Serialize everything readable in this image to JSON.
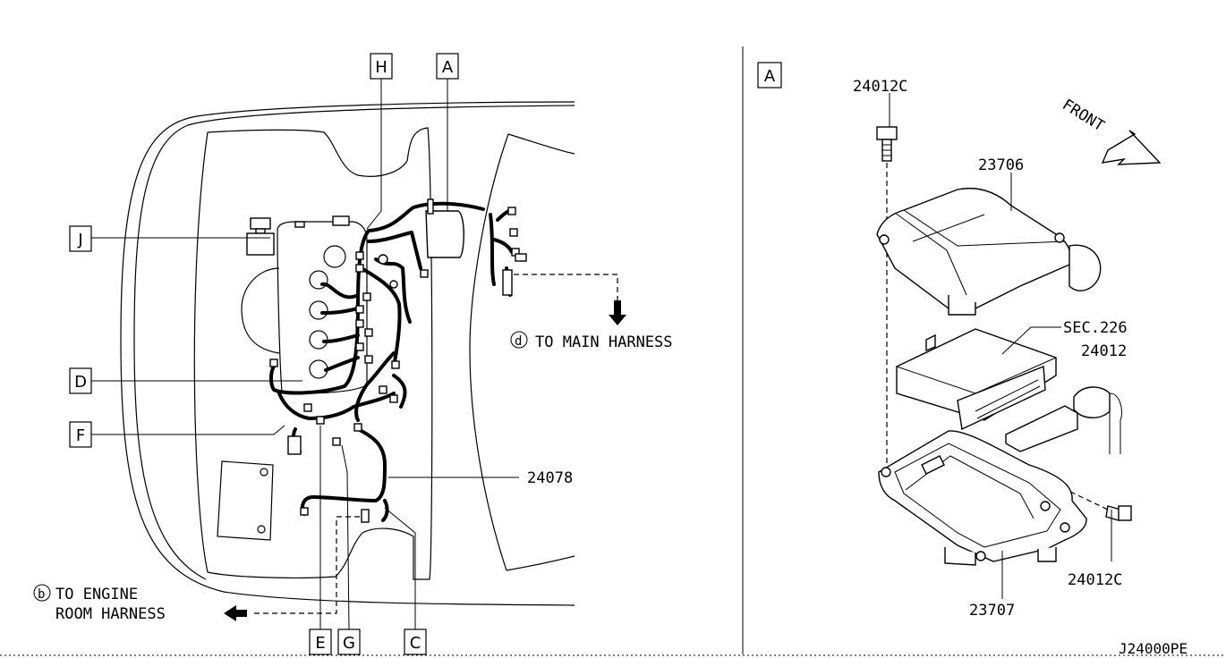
{
  "callouts": {
    "A": "A",
    "H": "H",
    "J": "J",
    "D": "D",
    "F": "F",
    "E": "E",
    "G": "G",
    "C": "C",
    "A_detail": "A"
  },
  "labels": {
    "harness_part": "24078",
    "to_main_marker": "d",
    "to_main": "TO MAIN HARNESS",
    "to_engine_marker": "b",
    "to_engine_line1": "TO ENGINE",
    "to_engine_line2": "ROOM HARNESS",
    "bolt_top": "24012C",
    "cover": "23706",
    "section_ref": "SEC.226",
    "connector": "24012",
    "bolt_bottom": "24012C",
    "bracket": "23707",
    "front": "FRONT",
    "diagram_code": "J24000PE"
  }
}
